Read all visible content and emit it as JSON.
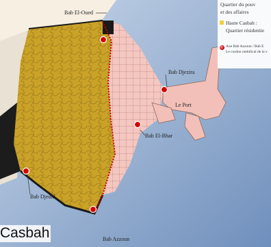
{
  "gates": {
    "bab_el_oued": "Bab El-Oued",
    "bab_djezira": "Bab Djezira",
    "bab_el_bhar": "Bab El-Bhar",
    "bab_djedid": "Bab Djedid",
    "bab_azzoun": "Bab Azzoun"
  },
  "places": {
    "le_port": "Le Port"
  },
  "legend": {
    "item1_line1": "Quartier du pouv",
    "item1_line2": "et des affaires",
    "item2_line1": "Haute Casbah :",
    "item2_line2": "Quartier résidentie",
    "item3_line1": "Axe Bab Azzoun / Bab E",
    "item3_line2": "Le cordon ombilical de la v"
  },
  "caption": "Casbah",
  "colors": {
    "sea": "#9fb7d6",
    "upper_casbah": "#c9a227",
    "lower_casbah": "#f4c7c0",
    "axis_line": "#d10000",
    "gate_marker": "#d40000",
    "walls": "#1a1a1a",
    "legend_yellow": "#f2d03b"
  }
}
